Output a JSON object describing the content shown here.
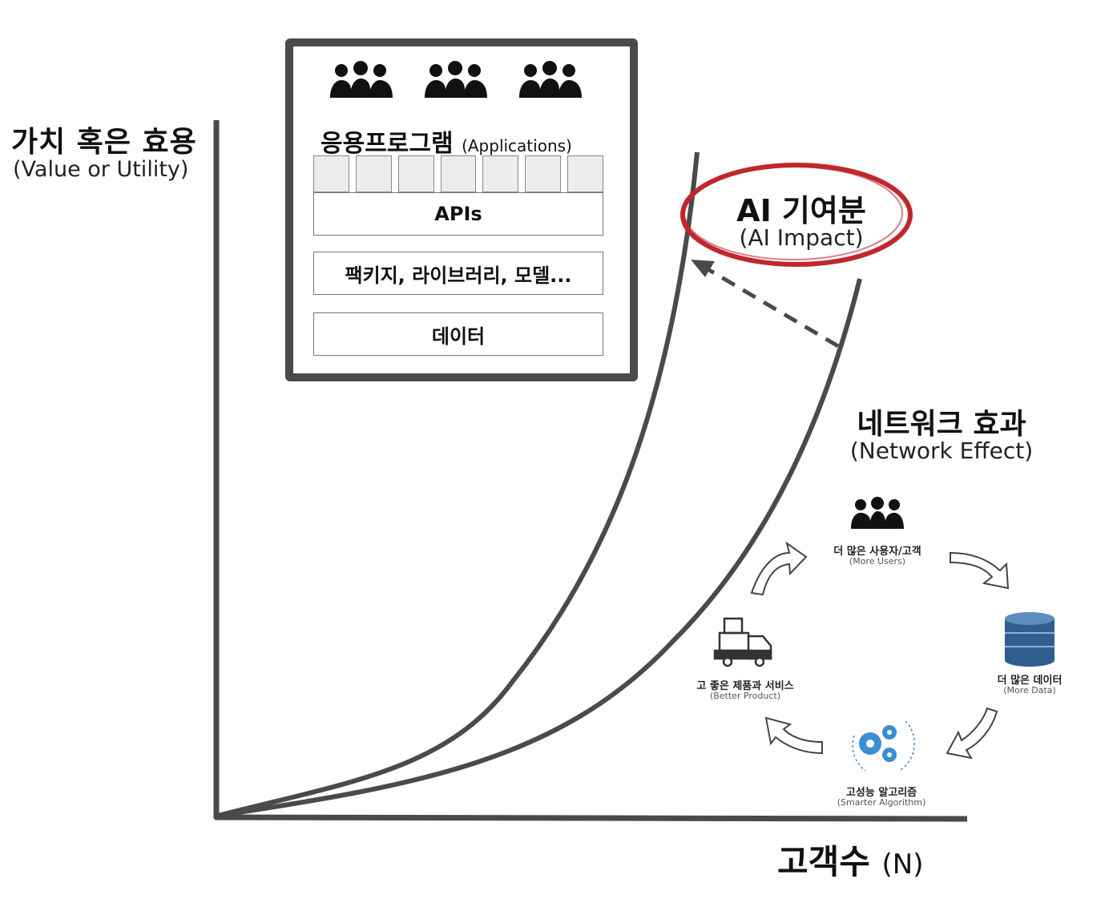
{
  "axis": {
    "y_label": "가치 혹은 효용",
    "y_label_en": "(Value or Utility)",
    "x_label": "고객수",
    "x_label_suffix": "(N)"
  },
  "stack": {
    "apps_label": "응용프로그램",
    "apps_label_en": "(Applications)",
    "app_cell_count": 7,
    "layers": [
      "APIs",
      "팩키지, 라이브러리, 모델...",
      "데이터"
    ]
  },
  "ai": {
    "label": "AI 기여분",
    "label_en": "(AI Impact)"
  },
  "network": {
    "label": "네트워크 효과",
    "label_en": "(Network Effect)"
  },
  "cycle": {
    "users": "더 많은 사용자/고객",
    "users_en": "(More Users)",
    "data": "더 많은 데이터",
    "data_en": "(More Data)",
    "algorithm": "고성능 알고리즘",
    "algorithm_en": "(Smarter Algorithm)",
    "product": "고 좋은 제품과 서비스",
    "product_en": "(Better Product)"
  },
  "colors": {
    "axis": "#4a4a4a",
    "circle": "#c0262d",
    "database": "#2e5d8e",
    "gear": "#3a8fd0"
  }
}
